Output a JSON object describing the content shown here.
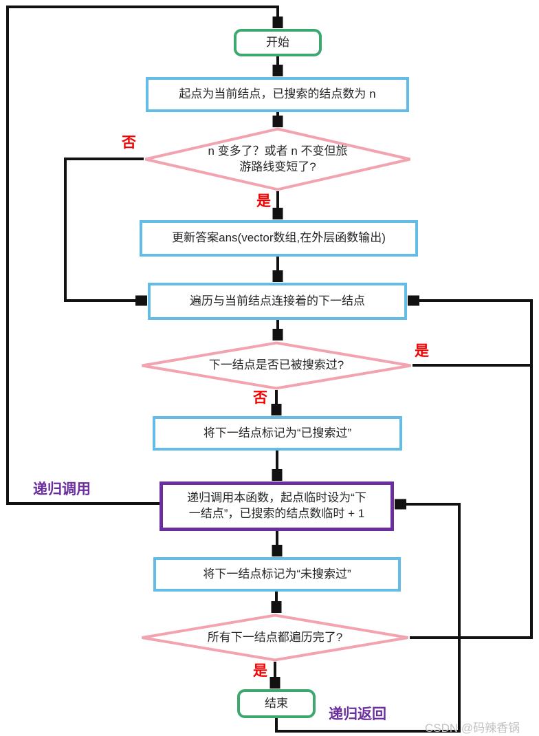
{
  "palette": {
    "terminal_border": "#3CA870",
    "process_border": "#63BCE6",
    "decision_border": "#F2A3B0",
    "recursion_border": "#6B2E9E",
    "edge_label_red": "#F50000",
    "recursion_label_purple": "#6B2E9E",
    "connector_black": "#111111",
    "watermark_gray": "#C2C2C2"
  },
  "nodes": {
    "start": {
      "label": "开始"
    },
    "set_start": {
      "text": "起点为当前结点，已搜索的结点数为 n"
    },
    "check_better": {
      "lines": [
        "n 变多了？或者 n 不变但旅",
        "游路线变短了?"
      ]
    },
    "update_answer": {
      "text": "更新答案ans(vector数组,在外层函数输出)"
    },
    "traverse_next": {
      "text": "遍历与当前结点连接着的下一结点"
    },
    "check_visited": {
      "text": "下一结点是否已被搜索过?"
    },
    "mark_visited": {
      "text": "将下一结点标记为“已搜索过”"
    },
    "recurse": {
      "lines": [
        "递归调用本函数，起点临时设为“下",
        "一结点”，已搜索的结点数临时 + 1"
      ]
    },
    "mark_unvisited": {
      "text": "将下一结点标记为“未搜索过”"
    },
    "check_done": {
      "text": "所有下一结点都遍历完了?"
    },
    "end": {
      "label": "结束"
    }
  },
  "edge_labels": {
    "no_improvement": "否",
    "yes_improvement": "是",
    "yes_visited": "是",
    "no_visited": "否",
    "yes_done": "是",
    "recursive_call": "递归调用",
    "recursive_return": "递归返回"
  },
  "watermark": "CSDN @码辣香锅"
}
